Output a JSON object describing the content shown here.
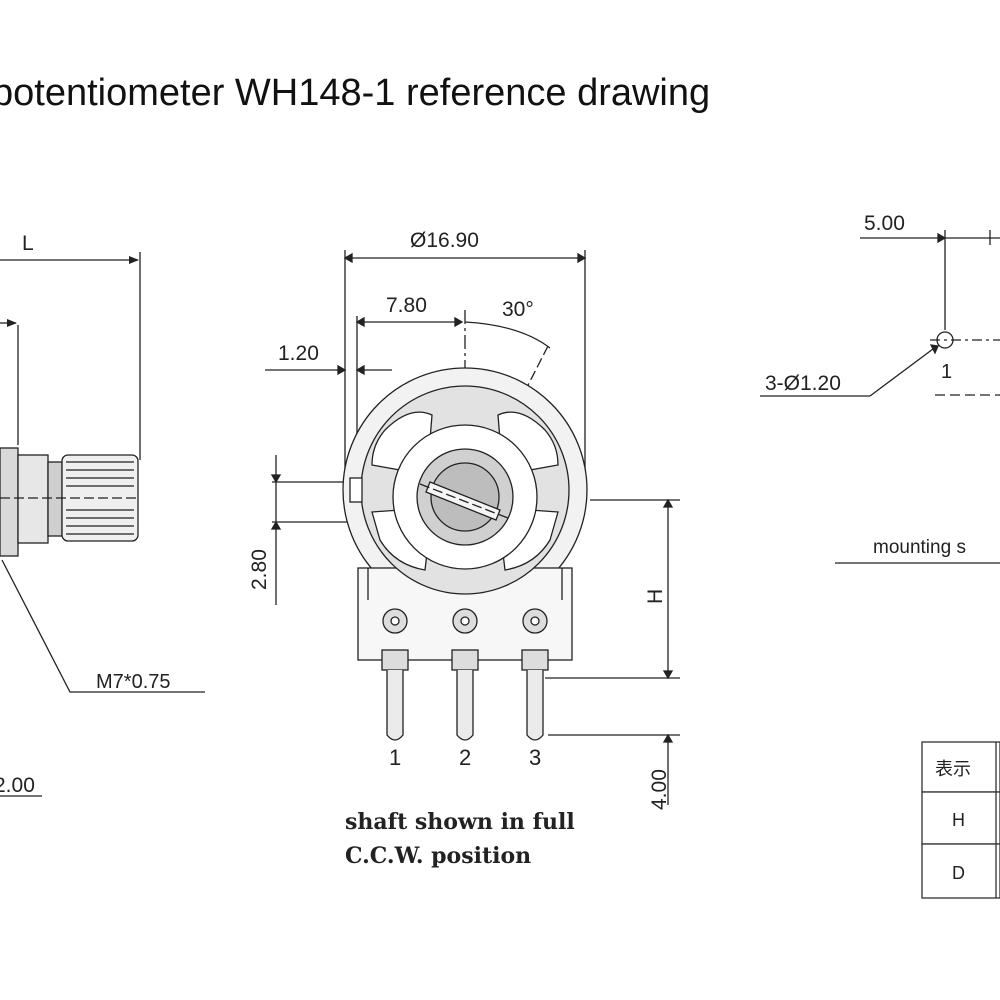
{
  "title": "potentiometer WH148-1 reference drawing",
  "side_view": {
    "dim_length": "L",
    "thread": "M7*0.75",
    "dim_bottom": "2.00"
  },
  "front_view": {
    "diameter": "Ø16.90",
    "offset": "7.80",
    "angle": "30°",
    "edge": "1.20",
    "height_small": "2.80",
    "height_h": "H",
    "pin_len": "4.00",
    "pin_labels": [
      "1",
      "2",
      "3"
    ],
    "caption_line1": "shaft shown in full",
    "caption_line2": "C.C.W. position"
  },
  "pcb_view": {
    "spacing": "5.00",
    "holes": "3-Ø1.20",
    "pin_label": "1",
    "mounting": "mounting s"
  },
  "table": {
    "header": "表示",
    "rows": [
      "H",
      "D"
    ]
  }
}
